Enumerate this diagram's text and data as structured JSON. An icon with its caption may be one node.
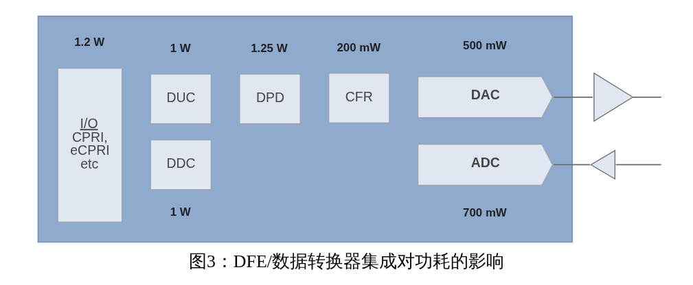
{
  "diagram": {
    "caption": "图3：DFE/数据转换器集成对功耗的影响",
    "nodes": [
      {
        "text": [],
        "shape": "box"
      },
      {
        "text": [
          "I/O",
          "CPRI, eCPRI etc"
        ],
        "beside": [
          "1.2 W"
        ],
        "in": 0
      },
      {
        "text": [
          "DUC"
        ],
        "beside": [
          "1 W"
        ],
        "in": 0
      },
      {
        "text": [
          "DPD"
        ],
        "beside": [
          "1.25 W"
        ],
        "in": 0
      },
      {
        "text": [
          "CFR"
        ],
        "beside": [
          "200 mW"
        ],
        "in": 0
      },
      {
        "text": [
          "DAC"
        ],
        "beside": [
          "500 mW"
        ],
        "in": 0
      },
      {
        "text": [
          "DDC"
        ],
        "beside": [
          "1 W"
        ],
        "in": 0
      },
      {
        "text": [
          "ADC"
        ],
        "beside": [
          "700 mW"
        ],
        "in": 0
      },
      {
        "text": [],
        "shape": "triangle"
      },
      {
        "text": [],
        "shape": "triangle"
      }
    ],
    "edges": [
      {
        "from": 5,
        "to": 8,
        "arrow": "none"
      },
      {
        "from": 8,
        "to": null,
        "arrow": "none"
      },
      {
        "from": null,
        "to": 9,
        "arrow": "none"
      },
      {
        "from": 9,
        "to": 7,
        "arrow": "none"
      }
    ]
  }
}
